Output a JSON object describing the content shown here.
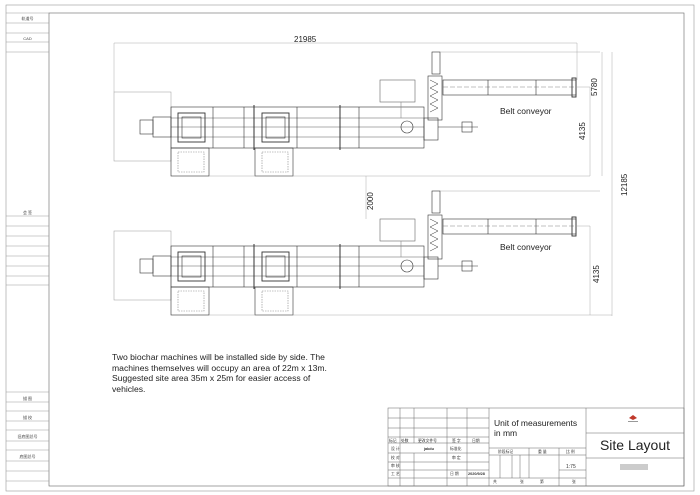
{
  "side_strip": {
    "labels": [
      "轨道号",
      "CAD",
      "会 签",
      "描 图",
      "描 校",
      "旧底图总号",
      "底图总号"
    ]
  },
  "drawing": {
    "dimensions": {
      "overall_length": "21985",
      "total_width": "12185",
      "top_unit_width": "5780",
      "top_unit_conveyor_offset": "4135",
      "bottom_unit_conveyor_offset": "4135",
      "spacing": "2000"
    },
    "labels": {
      "top_conveyor": "Belt conveyor",
      "bottom_conveyor": "Belt conveyor"
    },
    "note": "Two biochar machines will be installed side by side. The machines themselves will occupy an area of 22m x 13m. Suggested site area 35m x 25m for easier access of vehicles."
  },
  "title_block": {
    "unit_note": "Unit of measurements in mm",
    "title": "Site Layout",
    "headers": [
      "标记",
      "处数",
      "更改文件号",
      "签 字",
      "日期"
    ],
    "design_label": "设 计",
    "designer": "jakdu",
    "standardization_label": "标准化",
    "check_label": "校 对",
    "approve_label": "审 定",
    "review_label": "审 核",
    "process_label": "工 艺",
    "date_label": "日 期",
    "date": "2020/9/28",
    "stage_label": "阶段标记",
    "weight_label": "重 量",
    "scale_label": "比 例",
    "scale": "1:75",
    "total_label": "共",
    "sheets_label": "张",
    "sheet_no_label": "第",
    "sheet_label": "张",
    "colors": {
      "line": "#333333",
      "logo": "#c0392b"
    }
  }
}
